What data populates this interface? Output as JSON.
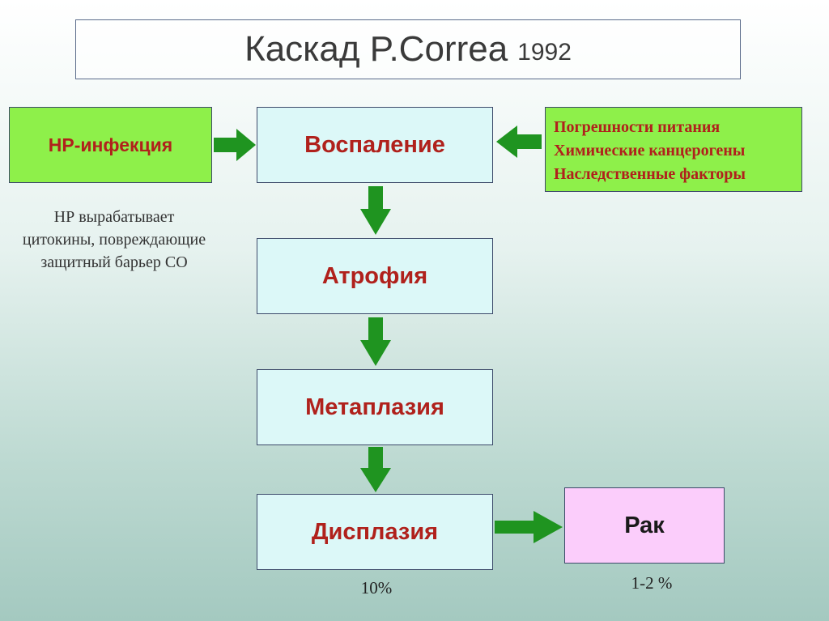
{
  "title": {
    "main": "Каскад  P.Correa",
    "year": "1992"
  },
  "stages": {
    "inflammation": "Воспаление",
    "atrophy": "Атрофия",
    "metaplasia": "Метаплазия",
    "dysplasia": "Дисплазия"
  },
  "hp_infection": "НР-инфекция",
  "hp_note": [
    "НР вырабатывает",
    "цитокины, повреждающие",
    "защитный барьер СО"
  ],
  "factors": [
    "Погрешности  питания",
    "Химические канцерогены",
    "Наследственные факторы"
  ],
  "cancer": "Рак",
  "dysplasia_percent": "10%",
  "cancer_percent": "1-2 %",
  "colors": {
    "arrow": "#1f9420",
    "stage_text": "#b0211c",
    "stage_fill": "#dcf8f8",
    "green_fill": "#8ef04a",
    "cancer_fill": "#fbcdfb"
  }
}
